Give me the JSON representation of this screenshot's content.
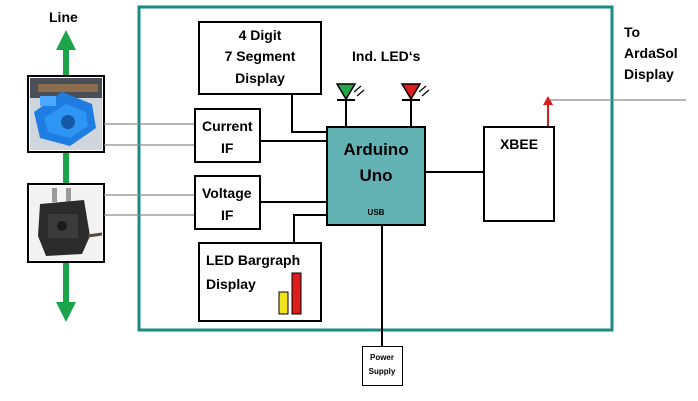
{
  "labels": {
    "line": "Line",
    "to_ardasol_line1": "To",
    "to_ardasol_line2": "ArdaSol",
    "to_ardasol_line3": "Display",
    "ind_leds": "Ind. LED‘s"
  },
  "blocks": {
    "segment_display": [
      "4 Digit",
      "7 Segment",
      "Display"
    ],
    "current_if": [
      "Current",
      "IF"
    ],
    "voltage_if": [
      "Voltage",
      "IF"
    ],
    "arduino": [
      "Arduino",
      "Uno"
    ],
    "usb": "USB",
    "xbee": "XBEE",
    "bargraph": [
      "LED Bargraph",
      "Display"
    ],
    "power_supply": [
      "Power",
      "Supply"
    ]
  },
  "colors": {
    "enclosure_border": "#1a8a82",
    "arduino_fill": "#63b3b5",
    "line_arrow": "#1aa54a",
    "led_green": "#22a84a",
    "led_red": "#dd1c1c",
    "bar_yellow": "#f1e21c",
    "bar_red": "#dd1c1c",
    "output_arrow": "#d81e1e"
  },
  "icons": {
    "current_sensor": "current-clamp-sensor-photo",
    "voltage_sensor": "plug-adapter-photo"
  }
}
